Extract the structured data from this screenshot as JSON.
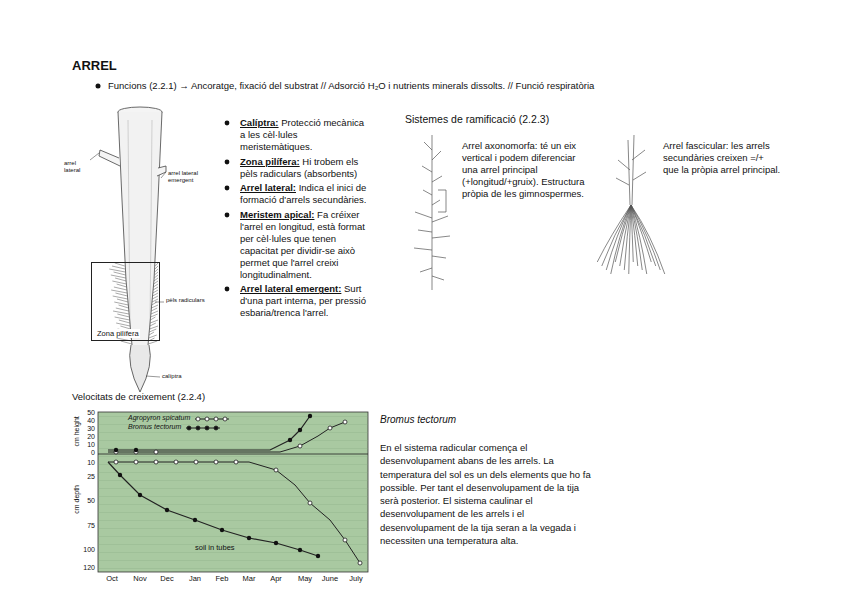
{
  "diagram": {
    "title": "ARREL",
    "nodes": [
      {
        "text": [
          "Zona pilífera"
        ]
      }
    ],
    "labels": [
      "Funcions (2.2.1) → Ancoratge, fixació del substrat // Adsorció H₂O i nutrients minerals dissolts. // Funció respiratòria",
      "arrel lateral",
      "arrel lateral emergent",
      "pèls radiculars",
      "calíptra",
      "Calíptra:",
      "Protecció mecànica a les cèl·lules meristemàtiques.",
      "Zona pilífera:",
      "Hi trobem els pèls radiculars (absorbents)",
      "Arrel lateral:",
      "Indica el inici de formació d'arrels secundàries.",
      "Meristem apical:",
      "Fa créixer l'arrel en longitud, està format per cèl·lules que tenen capacitat per dividir-se això permet que l'arrel creixi longitudinalment.",
      "Arrel lateral emergent:",
      "Surt d'una part interna, per pressió esbaria/trenca l'arrel.",
      "Sistemes de ramificació (2.2.3)",
      "Arrel axonomorfa: té un eix vertical i podem diferenciar una arrel principal (+longitud/+gruix). Estructura pròpia de les gimnospermes.",
      "Arrel fascicular: les arrels secundàries creixen =/+ que la pròpia arrel principal.",
      "Velocitats de creixement (2.2.4)",
      "cm height",
      "cm depth",
      "50",
      "40",
      "30",
      "20",
      "10",
      "0",
      "10",
      "25",
      "50",
      "75",
      "100",
      "120",
      "Oct",
      "Nov",
      "Dec",
      "Jan",
      "Feb",
      "Mar",
      "Apr",
      "May",
      "June",
      "July",
      "soil in tubes",
      "Bromus tectorum",
      "En el sistema radicular comença el desenvolupament abans de les arrels. La temperatura del sol es un dels elements que ho fa possible. Per tant el desenvolupament de la tija serà posterior. El sistema caulinar el desenvolupament de les arrels i el desenvolupament de la tija seran a la vegada i necessiten una temperatura alta."
    ],
    "legend": [
      {
        "text": "Agropyron spicatum"
      },
      {
        "text": "Bromus tectorum"
      }
    ]
  }
}
